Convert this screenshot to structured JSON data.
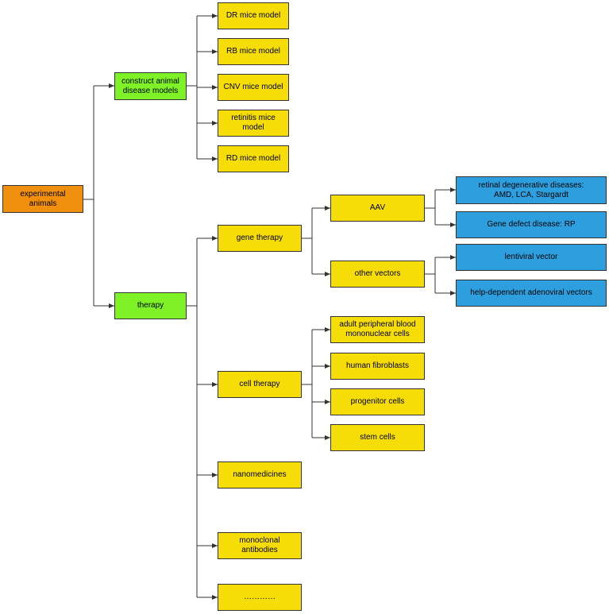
{
  "colors": {
    "root": "#f0900e",
    "level1": "#7ef227",
    "level2": "#f6dd08",
    "level4": "#2d9fdf",
    "connector": "#333333"
  },
  "nodes": {
    "root": "experimental animals",
    "construct": "construct animal\ndisease models",
    "therapy": "therapy",
    "dr": "DR mice model",
    "rb": "RB mice model",
    "cnv": "CNV mice model",
    "retinitis": "retinitis mice model",
    "rd": "RD mice model",
    "gene_therapy": "gene therapy",
    "cell_therapy": "cell therapy",
    "nanomedicines": "nanomedicines",
    "monoclonal": "monoclonal antibodies",
    "etc": "…………",
    "aav": "AAV",
    "other_vectors": "other vectors",
    "pbmc": "adult peripheral blood\nmononuclear cells",
    "fibroblasts": "human fibroblasts",
    "progenitor": "progenitor cells",
    "stem": "stem cells",
    "retinal_degenerative": "retinal degenerative diseases:\nAMD, LCA, Stargardt",
    "gene_defect": "Gene defect disease: RP",
    "lentiviral": "lentiviral vector",
    "helper_dependent": "help-dependent adenoviral vectors"
  }
}
